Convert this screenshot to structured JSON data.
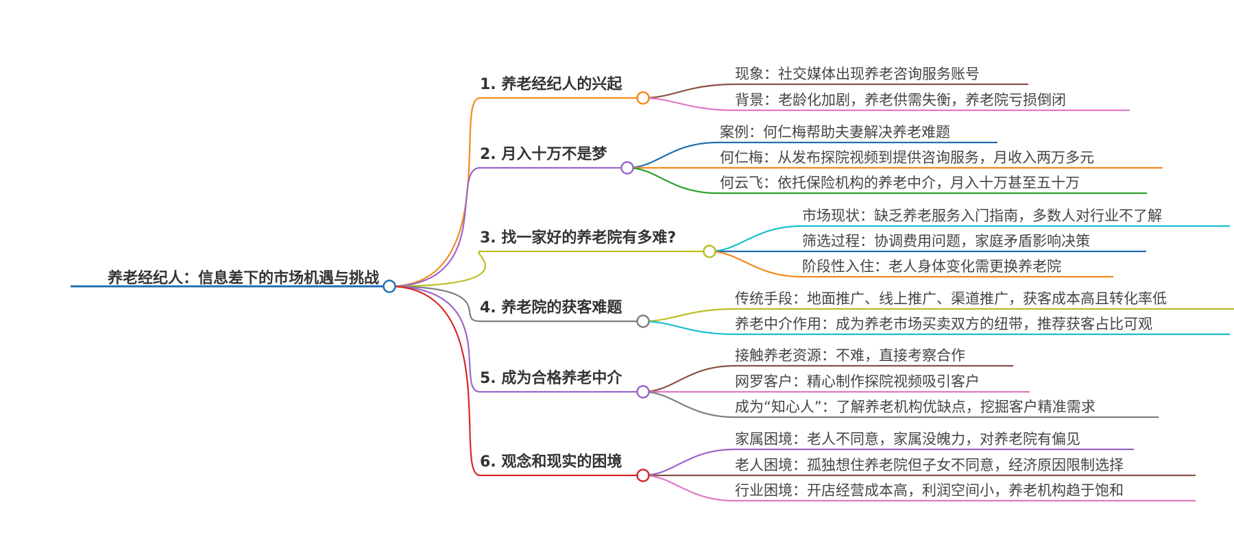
{
  "root": {
    "label": "养老经纪人：信息差下的市场机遇与挑战",
    "color": "#1f6fb2"
  },
  "branches": [
    {
      "label": "1. 养老经纪人的兴起",
      "color": "#f28a1e",
      "children": [
        {
          "label": "现象：社交媒体出现养老咨询服务账号",
          "color": "#8a5244"
        },
        {
          "label": "背景：老龄化加剧，养老供需失衡，养老院亏损倒闭",
          "color": "#e07ac2"
        }
      ]
    },
    {
      "label": "2. 月入十万不是梦",
      "color": "#9a66c9",
      "children": [
        {
          "label": "案例：何仁梅帮助夫妻解决养老难题",
          "color": "#1f6fb2"
        },
        {
          "label": "何仁梅：从发布探院视频到提供咨询服务，月收入两万多元",
          "color": "#f28a1e"
        },
        {
          "label": "何云飞：依托保险机构的养老中介，月入十万甚至五十万",
          "color": "#2ca02c"
        }
      ]
    },
    {
      "label": "3. 找一家好的养老院有多难?",
      "color": "#bcbd22",
      "children": [
        {
          "label": "市场现状：缺乏养老服务入门指南，多数人对行业不了解",
          "color": "#17becf"
        },
        {
          "label": "筛选过程：协调费用问题，家庭矛盾影响决策",
          "color": "#1f6fb2"
        },
        {
          "label": "阶段性入住：老人身体变化需更换养老院",
          "color": "#f28a1e"
        }
      ]
    },
    {
      "label": "4. 养老院的获客难题",
      "color": "#7f7f7f",
      "children": [
        {
          "label": "传统手段：地面推广、线上推广、渠道推广，获客成本高且转化率低",
          "color": "#bcbd22"
        },
        {
          "label": "养老中介作用：成为养老市场买卖双方的纽带，推荐获客占比可观",
          "color": "#17becf"
        }
      ]
    },
    {
      "label": "5. 成为合格养老中介",
      "color": "#9a66c9",
      "children": [
        {
          "label": "接触养老资源：不难，直接考察合作",
          "color": "#8a5244"
        },
        {
          "label": "网罗客户：精心制作探院视频吸引客户",
          "color": "#e07ac2"
        },
        {
          "label": "成为“知心人”：了解养老机构优缺点，挖掘客户精准需求",
          "color": "#7f7f7f"
        }
      ]
    },
    {
      "label": "6. 观念和现实的困境",
      "color": "#d62728",
      "children": [
        {
          "label": "家属困境：老人不同意，家属没魄力，对养老院有偏见",
          "color": "#9a66c9"
        },
        {
          "label": "老人困境：孤独想住养老院但子女不同意，经济原因限制选择",
          "color": "#8a5244"
        },
        {
          "label": "行业困境：开店经营成本高，利润空间小，养老机构趋于饱和",
          "color": "#e07ac2"
        }
      ]
    }
  ]
}
